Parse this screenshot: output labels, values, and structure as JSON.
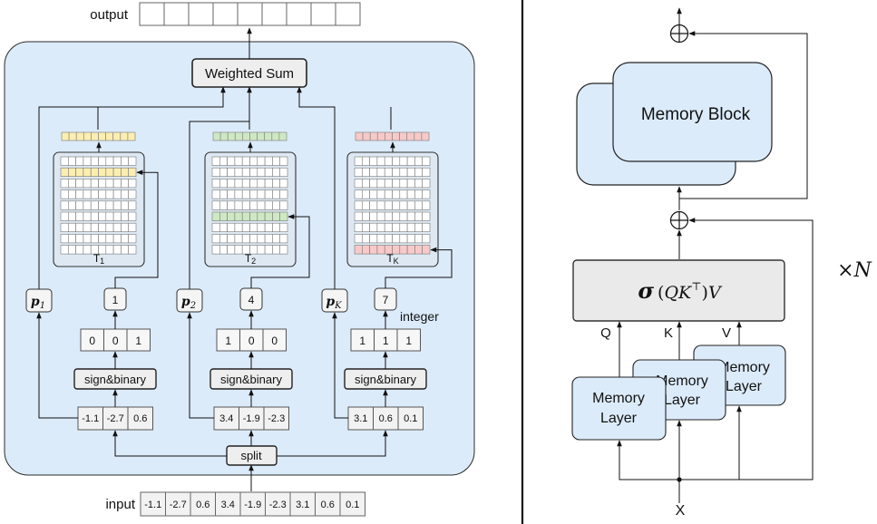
{
  "left": {
    "output_label": "output",
    "input_label": "input",
    "input_values": [
      "-1.1",
      "-2.7",
      "0.6",
      "3.4",
      "-1.9",
      "-2.3",
      "3.1",
      "0.6",
      "0.1"
    ],
    "weighted_sum_label": "Weighted Sum",
    "split_label": "split",
    "integer_label": "integer",
    "colors": {
      "panel": "#dcebfa",
      "yellow": "#fbeeb0",
      "green": "#cfe8c4",
      "pink": "#f7c9c9"
    },
    "tables": [
      {
        "weight": "p",
        "weight_sub": "1",
        "slice": [
          "-1.1",
          "-2.7",
          "0.6"
        ],
        "op": "sign&binary",
        "bits": [
          "0",
          "0",
          "1"
        ],
        "index": "1",
        "table_name": "T",
        "table_sub": "1",
        "color": "yellow"
      },
      {
        "weight": "p",
        "weight_sub": "2",
        "slice": [
          "3.4",
          "-1.9",
          "-2.3"
        ],
        "op": "sign&binary",
        "bits": [
          "1",
          "0",
          "0"
        ],
        "index": "4",
        "table_name": "T",
        "table_sub": "2",
        "color": "green"
      },
      {
        "weight": "p",
        "weight_sub": "K",
        "slice": [
          "3.1",
          "0.6",
          "0.1"
        ],
        "op": "sign&binary",
        "bits": [
          "1",
          "1",
          "1"
        ],
        "index": "7",
        "table_name": "T",
        "table_sub": "K",
        "color": "pink"
      }
    ]
  },
  "right": {
    "memory_block_label": "Memory Block",
    "attention_formula": {
      "sigma": "σ",
      "q": "Q",
      "k": "K",
      "t": "⊤",
      "v": "V"
    },
    "qkv_labels": [
      "Q",
      "K",
      "V"
    ],
    "memory_layer_line1": "Memory",
    "memory_layer_line2": "Layer",
    "input_label": "X",
    "repeat_label": "×N",
    "plus": "⊕"
  }
}
